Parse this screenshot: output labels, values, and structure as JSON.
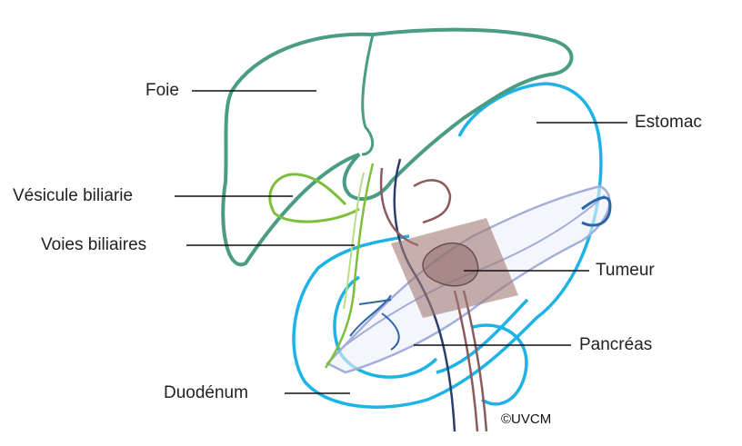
{
  "title": "Anatomie du pancréas et tumeur",
  "labels": {
    "foie": "Foie",
    "vesicule": "Vésicule biliarie",
    "voies": "Voies biliaires",
    "estomac": "Estomac",
    "tumeur": "Tumeur",
    "pancreas": "Pancréas",
    "duodenum": "Duodénum"
  },
  "copyright": "©UVCM",
  "colors": {
    "liver": "#4a9c84",
    "stomach": "#1eb3e6",
    "pancreas": "#a3aedb",
    "gallbladder": "#7dbf3c",
    "tumor": "#a27a74",
    "artery": "#8c5a5a",
    "vein": "#2b3f6c"
  }
}
